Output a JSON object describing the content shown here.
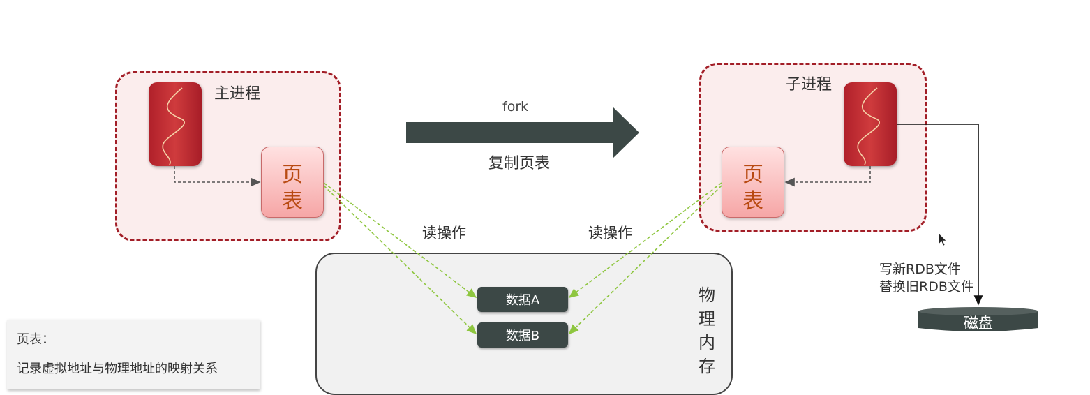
{
  "main_process": {
    "label": "主进程"
  },
  "child_process": {
    "label": "子进程"
  },
  "page_table": {
    "char1": "页",
    "char2": "表"
  },
  "fork_arrow": {
    "top_label": "fork",
    "bottom_label": "复制页表"
  },
  "read_ops": {
    "left_label": "读操作",
    "right_label": "读操作"
  },
  "physical_memory": {
    "label_chars": [
      "物",
      "理",
      "内",
      "存"
    ],
    "data_items": [
      "数据A",
      "数据B"
    ]
  },
  "disk": {
    "label": "磁盘",
    "note_line1": "写新RDB文件",
    "note_line2": "替换旧RDB文件"
  },
  "legend": {
    "title": "页表：",
    "description": "记录虚拟地址与物理地址的映射关系"
  },
  "colors": {
    "process_border": "#a21e27",
    "process_fill": "#fbeded",
    "thread_red": "#c0272d",
    "page_table_text": "#b84a12",
    "arrow_dark": "#3c4846",
    "green_dashed": "#8ec63f"
  }
}
